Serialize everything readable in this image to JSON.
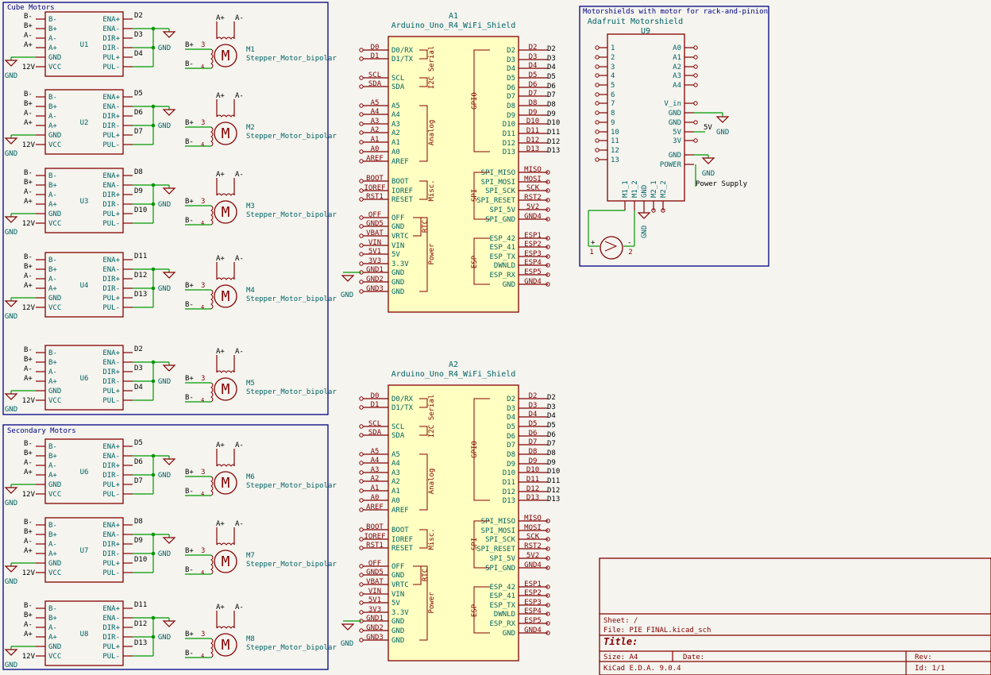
{
  "colors": {
    "background": "#f5f4ef",
    "component_outline": "#840000",
    "wire": "#009600",
    "pin_text": "#006464",
    "frame": "#000084",
    "arduino_fill": "#ffffc2"
  },
  "frames": {
    "cube": "Cube Motors",
    "secondary": "Secondary Motors",
    "shield": "Motorshields with motor for rack-and-pinion"
  },
  "driver_pins": {
    "left": [
      "B-",
      "B+",
      "A-",
      "A+",
      "GND",
      "VCC"
    ],
    "left_nets": [
      "B-",
      "B+",
      "A-",
      "A+"
    ],
    "right": [
      "ENA+",
      "ENA-",
      "DIR+",
      "DIR-",
      "PUL+",
      "PUL-"
    ],
    "supply": "12V",
    "gnd": "GND"
  },
  "motor_pins": {
    "bplus": "B+",
    "bminus": "B-",
    "aplus": "A+",
    "aminus": "A-",
    "n3": "3",
    "n4": "4",
    "n1": "1",
    "n2": "2",
    "letter": "M"
  },
  "drivers": [
    {
      "ref": "U1",
      "nets": [
        "D2",
        "D3",
        "D4"
      ],
      "motor": "M1",
      "value": "Stepper_Motor_bipolar"
    },
    {
      "ref": "U2",
      "nets": [
        "D5",
        "D6",
        "D7"
      ],
      "motor": "M2",
      "value": "Stepper_Motor_bipolar"
    },
    {
      "ref": "U3",
      "nets": [
        "D8",
        "D9",
        "D10"
      ],
      "motor": "M3",
      "value": "Stepper_Motor_bipolar"
    },
    {
      "ref": "U4",
      "nets": [
        "D11",
        "D12",
        "D13"
      ],
      "motor": "M4",
      "value": "Stepper_Motor_bipolar"
    },
    {
      "ref": "U6",
      "nets": [
        "D2",
        "D3",
        "D4"
      ],
      "motor": "M5",
      "value": "Stepper_Motor_bipolar"
    },
    {
      "ref": "U6",
      "nets": [
        "D5",
        "D6",
        "D7"
      ],
      "motor": "M6",
      "value": "Stepper_Motor_bipolar"
    },
    {
      "ref": "U7",
      "nets": [
        "D8",
        "D9",
        "D10"
      ],
      "motor": "M7",
      "value": "Stepper_Motor_bipolar"
    },
    {
      "ref": "U8",
      "nets": [
        "D11",
        "D12",
        "D13"
      ],
      "motor": "M8",
      "value": "Stepper_Motor_bipolar"
    }
  ],
  "arduino": {
    "units": [
      {
        "ref": "A1",
        "value": "Arduino_Uno_R4_WiFi_Shield"
      },
      {
        "ref": "A2",
        "value": "Arduino_Uno_R4_WiFi_Shield"
      }
    ],
    "left_pins": [
      "D0/RX",
      "D1/TX",
      "SCL",
      "SDA",
      "A5",
      "A4",
      "A3",
      "A2",
      "A1",
      "A0",
      "AREF",
      "BOOT",
      "IOREF",
      "RESET",
      "OFF",
      "GND",
      "VRTC",
      "VIN",
      "5V",
      "3.3V",
      "GND",
      "GND",
      "GND"
    ],
    "left_nets": [
      "D0",
      "D1",
      "SCL",
      "SDA",
      "A5",
      "A4",
      "A3",
      "A2",
      "A1",
      "A0",
      "AREF",
      "BOOT",
      "IOREF",
      "RST1",
      "OFF",
      "GND5",
      "VBAT",
      "VIN",
      "5V1",
      "3V3",
      "GND1",
      "GND2",
      "GND3"
    ],
    "right_pins": [
      "D2",
      "D3",
      "D4",
      "D5",
      "D6",
      "D7",
      "D8",
      "D9",
      "D10",
      "D11",
      "D12",
      "D13",
      "SPI_MISO",
      "SPI_MOSI",
      "SPI_SCK",
      "SPI_RESET",
      "SPI_5V",
      "SPI_GND",
      "ESP_42",
      "ESP_41",
      "ESP_TX",
      "DWNLD",
      "ESP_RX",
      "GND"
    ],
    "right_nets": [
      "D2",
      "D3",
      "D4",
      "D5",
      "D6",
      "D7",
      "D8",
      "D9",
      "D10",
      "D11",
      "D12",
      "D13",
      "MISO",
      "MOSI",
      "SCK",
      "RST2",
      "5V2",
      "GND4",
      "ESP1",
      "ESP2",
      "ESP3",
      "ESP4",
      "ESP5",
      "GND4"
    ],
    "net_labels": [
      "D2",
      "D3",
      "D4",
      "D5",
      "D6",
      "D7",
      "D8",
      "D9",
      "D10",
      "D11",
      "D12",
      "D13"
    ],
    "groups": [
      "Serial",
      "I2C",
      "Analog",
      "Misc.",
      "RTC",
      "Power",
      "GPIO",
      "SPI",
      "ESP"
    ],
    "gnd": "GND"
  },
  "shield": {
    "value": "Adafruit Motorshield",
    "ref": "U9",
    "left_pins": [
      "1",
      "2",
      "3",
      "4",
      "5",
      "6",
      "7",
      "8",
      "9",
      "10",
      "11",
      "12",
      "13"
    ],
    "right_pins": [
      "A0",
      "A1",
      "A2",
      "A3",
      "A4",
      "V_in",
      "GND",
      "GND",
      "5V",
      "3V",
      "GND",
      "POWER"
    ],
    "bottom_pins": [
      "M1_1",
      "M1_2",
      "GND",
      "M2_1",
      "M2_2"
    ],
    "net_5v": "5V",
    "gnd": "GND",
    "power_supply": "Power Supply",
    "plus": "+",
    "minus": "-"
  },
  "title_block": {
    "sheet": "Sheet: /",
    "file": "File: PIE FINAL.kicad_sch",
    "title": "Title:",
    "size": "Size: A4",
    "date": "Date:",
    "rev": "Rev:",
    "app": "KiCad E.D.A. 9.0.4",
    "id": "Id: 1/1"
  }
}
